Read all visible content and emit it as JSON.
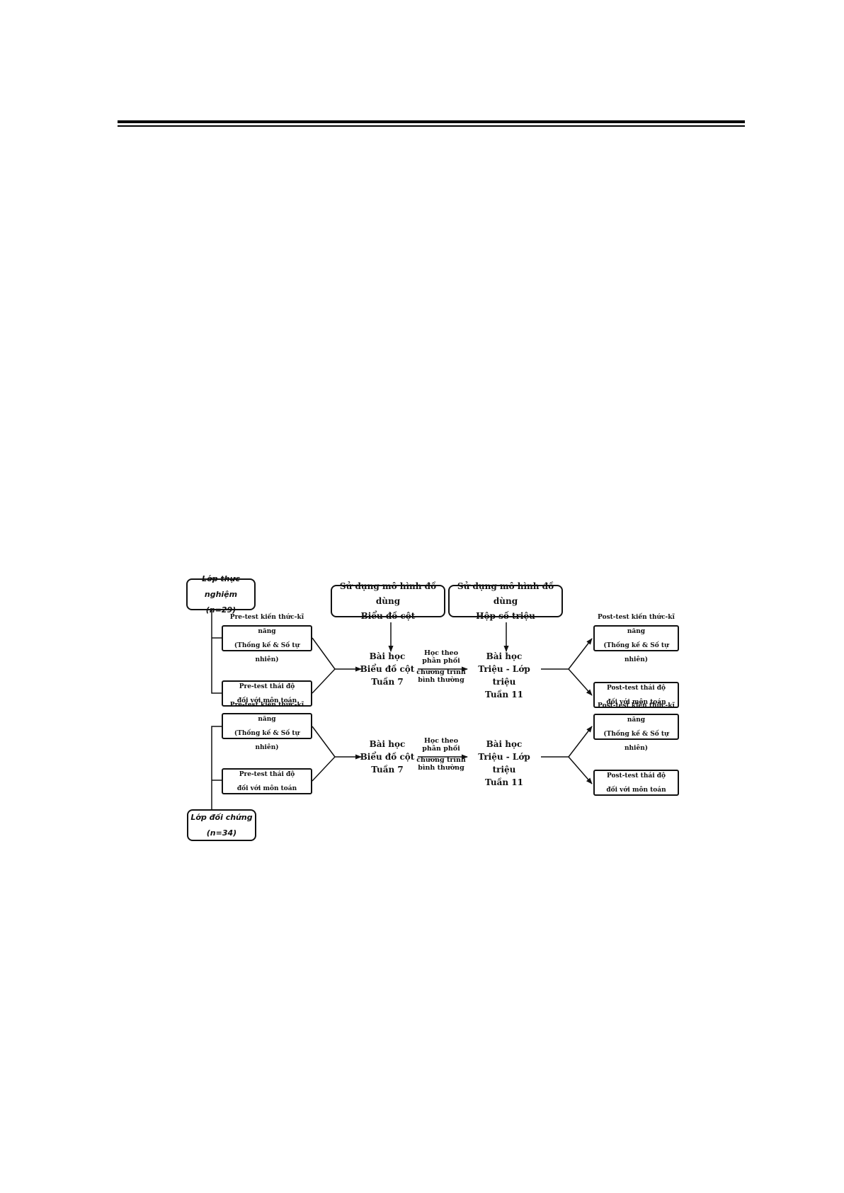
{
  "header": {},
  "diagram": {
    "experimental": {
      "class_name": "Lớp thực nghiệm",
      "count": "(n=29)",
      "pretest_knowledge": [
        "Pre-test kiến thức-kĩ năng",
        "(Thống kế & Số tự nhiên)"
      ],
      "pretest_attitude": [
        "Pre-test thái độ",
        "đối với môn toán"
      ],
      "lesson1": [
        "Bài học",
        "Biểu đồ cột",
        "Tuần 7"
      ],
      "transition": [
        "Học theo",
        "phân phối",
        "chương trình",
        "bình thường"
      ],
      "lesson2": [
        "Bài học",
        "Triệu - Lớp triệu",
        "Tuần 11"
      ],
      "posttest_knowledge": [
        "Post-test kiến thức-kĩ năng",
        "(Thống kế & Số tự nhiên)"
      ],
      "posttest_attitude": [
        "Post-test thái độ",
        "đối với môn toán"
      ]
    },
    "model_boxes": [
      [
        "Sử dụng mô hình đồ dùng",
        "Biểu đồ cột"
      ],
      [
        "Sử dụng mô hình đồ dùng",
        "Hộp số triệu"
      ]
    ],
    "control": {
      "class_name": "Lớp đối chứng",
      "count": "(n=34)",
      "pretest_knowledge": [
        "Pre-test kiến thức-kĩ năng",
        "(Thống kế & Số tự nhiên)"
      ],
      "pretest_attitude": [
        "Pre-test thái độ",
        "đối với môn toán"
      ],
      "lesson1": [
        "Bài học",
        "Biểu đồ cột",
        "Tuần 7"
      ],
      "transition": [
        "Học theo",
        "phân phối",
        "chương trình",
        "bình thường"
      ],
      "lesson2": [
        "Bài học",
        "Triệu - Lớp triệu",
        "Tuần 11"
      ],
      "posttest_knowledge": [
        "Post-test kiến thức-kĩ năng",
        "(Thống kế & Số tự nhiên)"
      ],
      "posttest_attitude": [
        "Post-test thái độ",
        "đối với môn toán"
      ]
    }
  }
}
